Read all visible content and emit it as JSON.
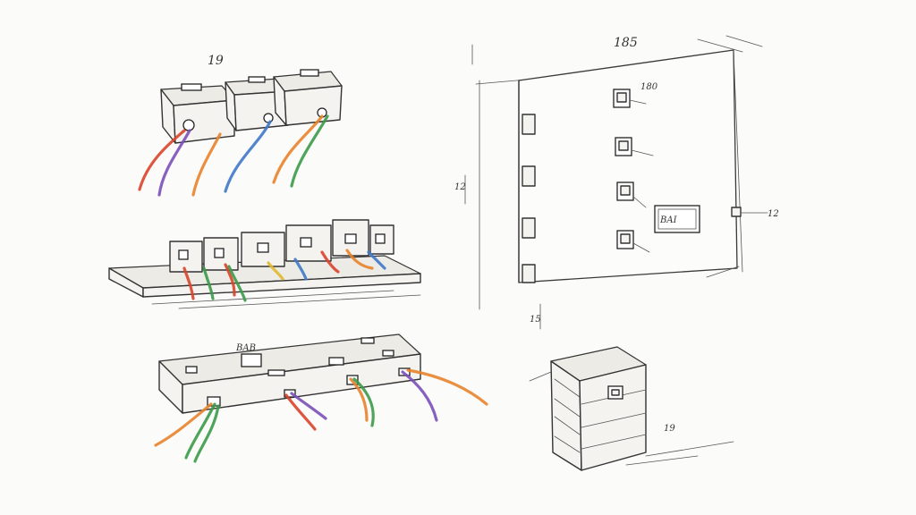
{
  "labels": {
    "top_left": "19",
    "top_right": "185",
    "wall_left": "12",
    "wall_right": "12",
    "wall_bottom": "15",
    "panel_note": "BAI",
    "hub_top": "BAB",
    "jack_note": "180",
    "box_note": "19"
  },
  "palette": {
    "red": "#d9442b",
    "purple": "#7b4fb8",
    "orange": "#e8822a",
    "blue": "#3f78c9",
    "green": "#3a9a48",
    "yellow": "#e0b82e"
  }
}
